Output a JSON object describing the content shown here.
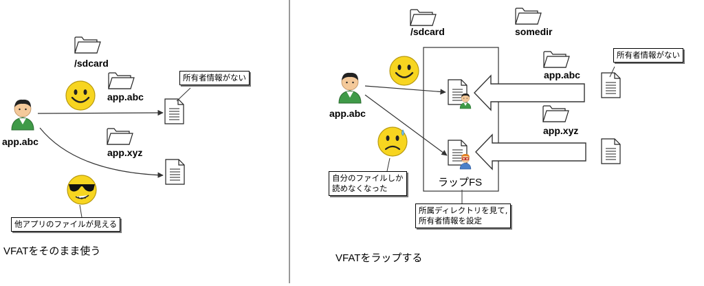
{
  "left": {
    "folder_sdcard": "/sdcard",
    "folder_app_abc": "app.abc",
    "folder_app_xyz": "app.xyz",
    "user": "app.abc",
    "callout_no_owner": "所有者情報がない",
    "callout_visible": "他アプリのファイルが見える",
    "caption": "VFATをそのまま使う"
  },
  "right": {
    "folder_sdcard": "/sdcard",
    "folder_somedir": "somedir",
    "folder_app_abc": "app.abc",
    "folder_app_xyz": "app.xyz",
    "user": "app.abc",
    "wrapfs_label": "ラップFS",
    "callout_no_owner": "所有者情報がない",
    "callout_cannot_read_1": "自分のファイルしか",
    "callout_cannot_read_2": "読めなくなった",
    "callout_set_owner_1": "所属ディレクトリを見て,",
    "callout_set_owner_2": "所有者情報を設定",
    "caption": "VFATをラップする"
  },
  "colors": {
    "line": "#333333",
    "arrow_fill": "#ffffff",
    "smiley": "#f7d520",
    "shirt": "#3f9a48",
    "skin": "#f4c99a",
    "hair": "#222222"
  },
  "icons": [
    "folder-icon",
    "document-icon",
    "user-icon",
    "smiley-happy-icon",
    "smiley-cool-icon",
    "smiley-worried-icon"
  ]
}
